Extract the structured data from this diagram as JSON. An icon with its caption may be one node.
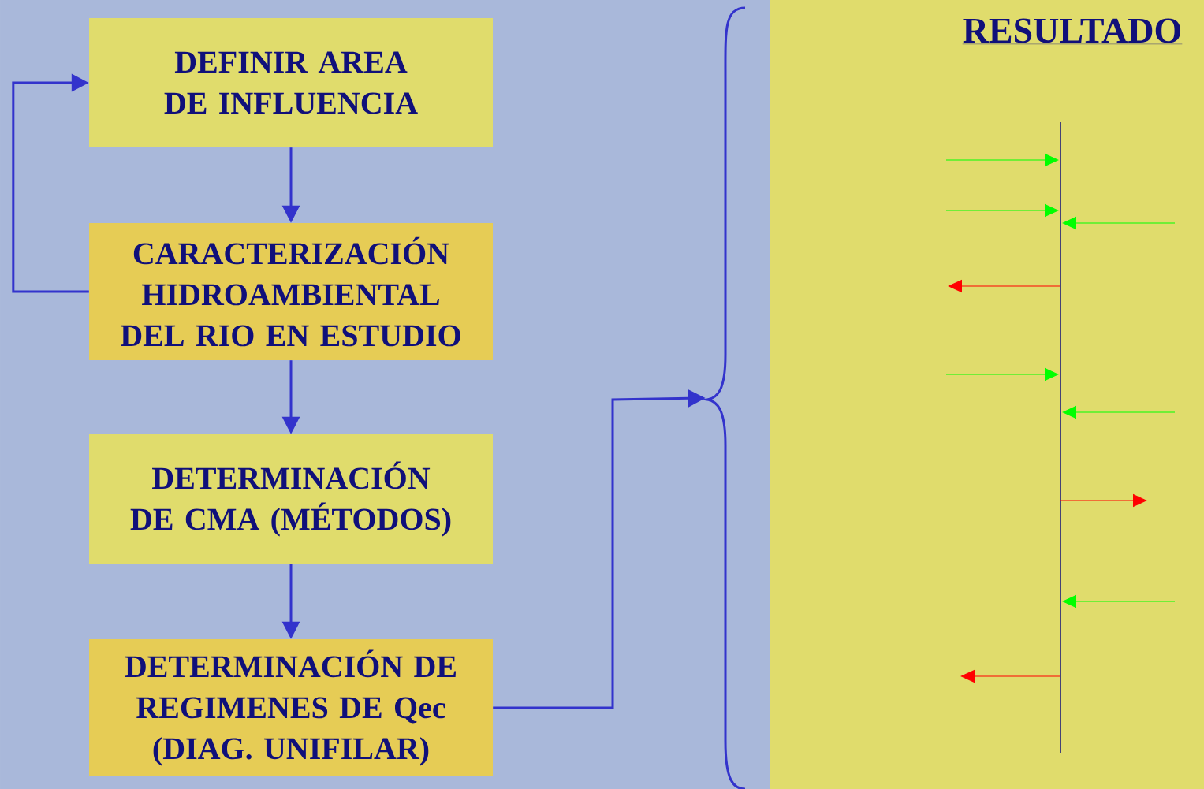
{
  "diagram": {
    "nodes": [
      {
        "text": [
          "DEFINIR AREA DE INFLUENCIA"
        ]
      },
      {
        "text": [
          "CARACTERIZACIÓN HIDROAMBIENTAL DEL RIO EN ESTUDIO"
        ]
      },
      {
        "text": [
          "DETERMINACIÓN DE CMA (MÉTODOS)"
        ]
      },
      {
        "text": [
          "DETERMINACIÓN DE REGIMENES DE Qec (DIAG. UNIFILAR)"
        ]
      },
      {
        "text": [],
        "shape": "brace"
      },
      {
        "text": [
          "RESULTADO"
        ]
      }
    ],
    "edges": [
      {
        "from": 0,
        "to": 1,
        "arrow": "to"
      },
      {
        "from": 1,
        "to": 2,
        "arrow": "to"
      },
      {
        "from": 2,
        "to": 3,
        "arrow": "to"
      },
      {
        "from": 1,
        "to": 0,
        "arrow": "to"
      },
      {
        "from": 3,
        "to": 4,
        "arrow": "to"
      }
    ]
  }
}
